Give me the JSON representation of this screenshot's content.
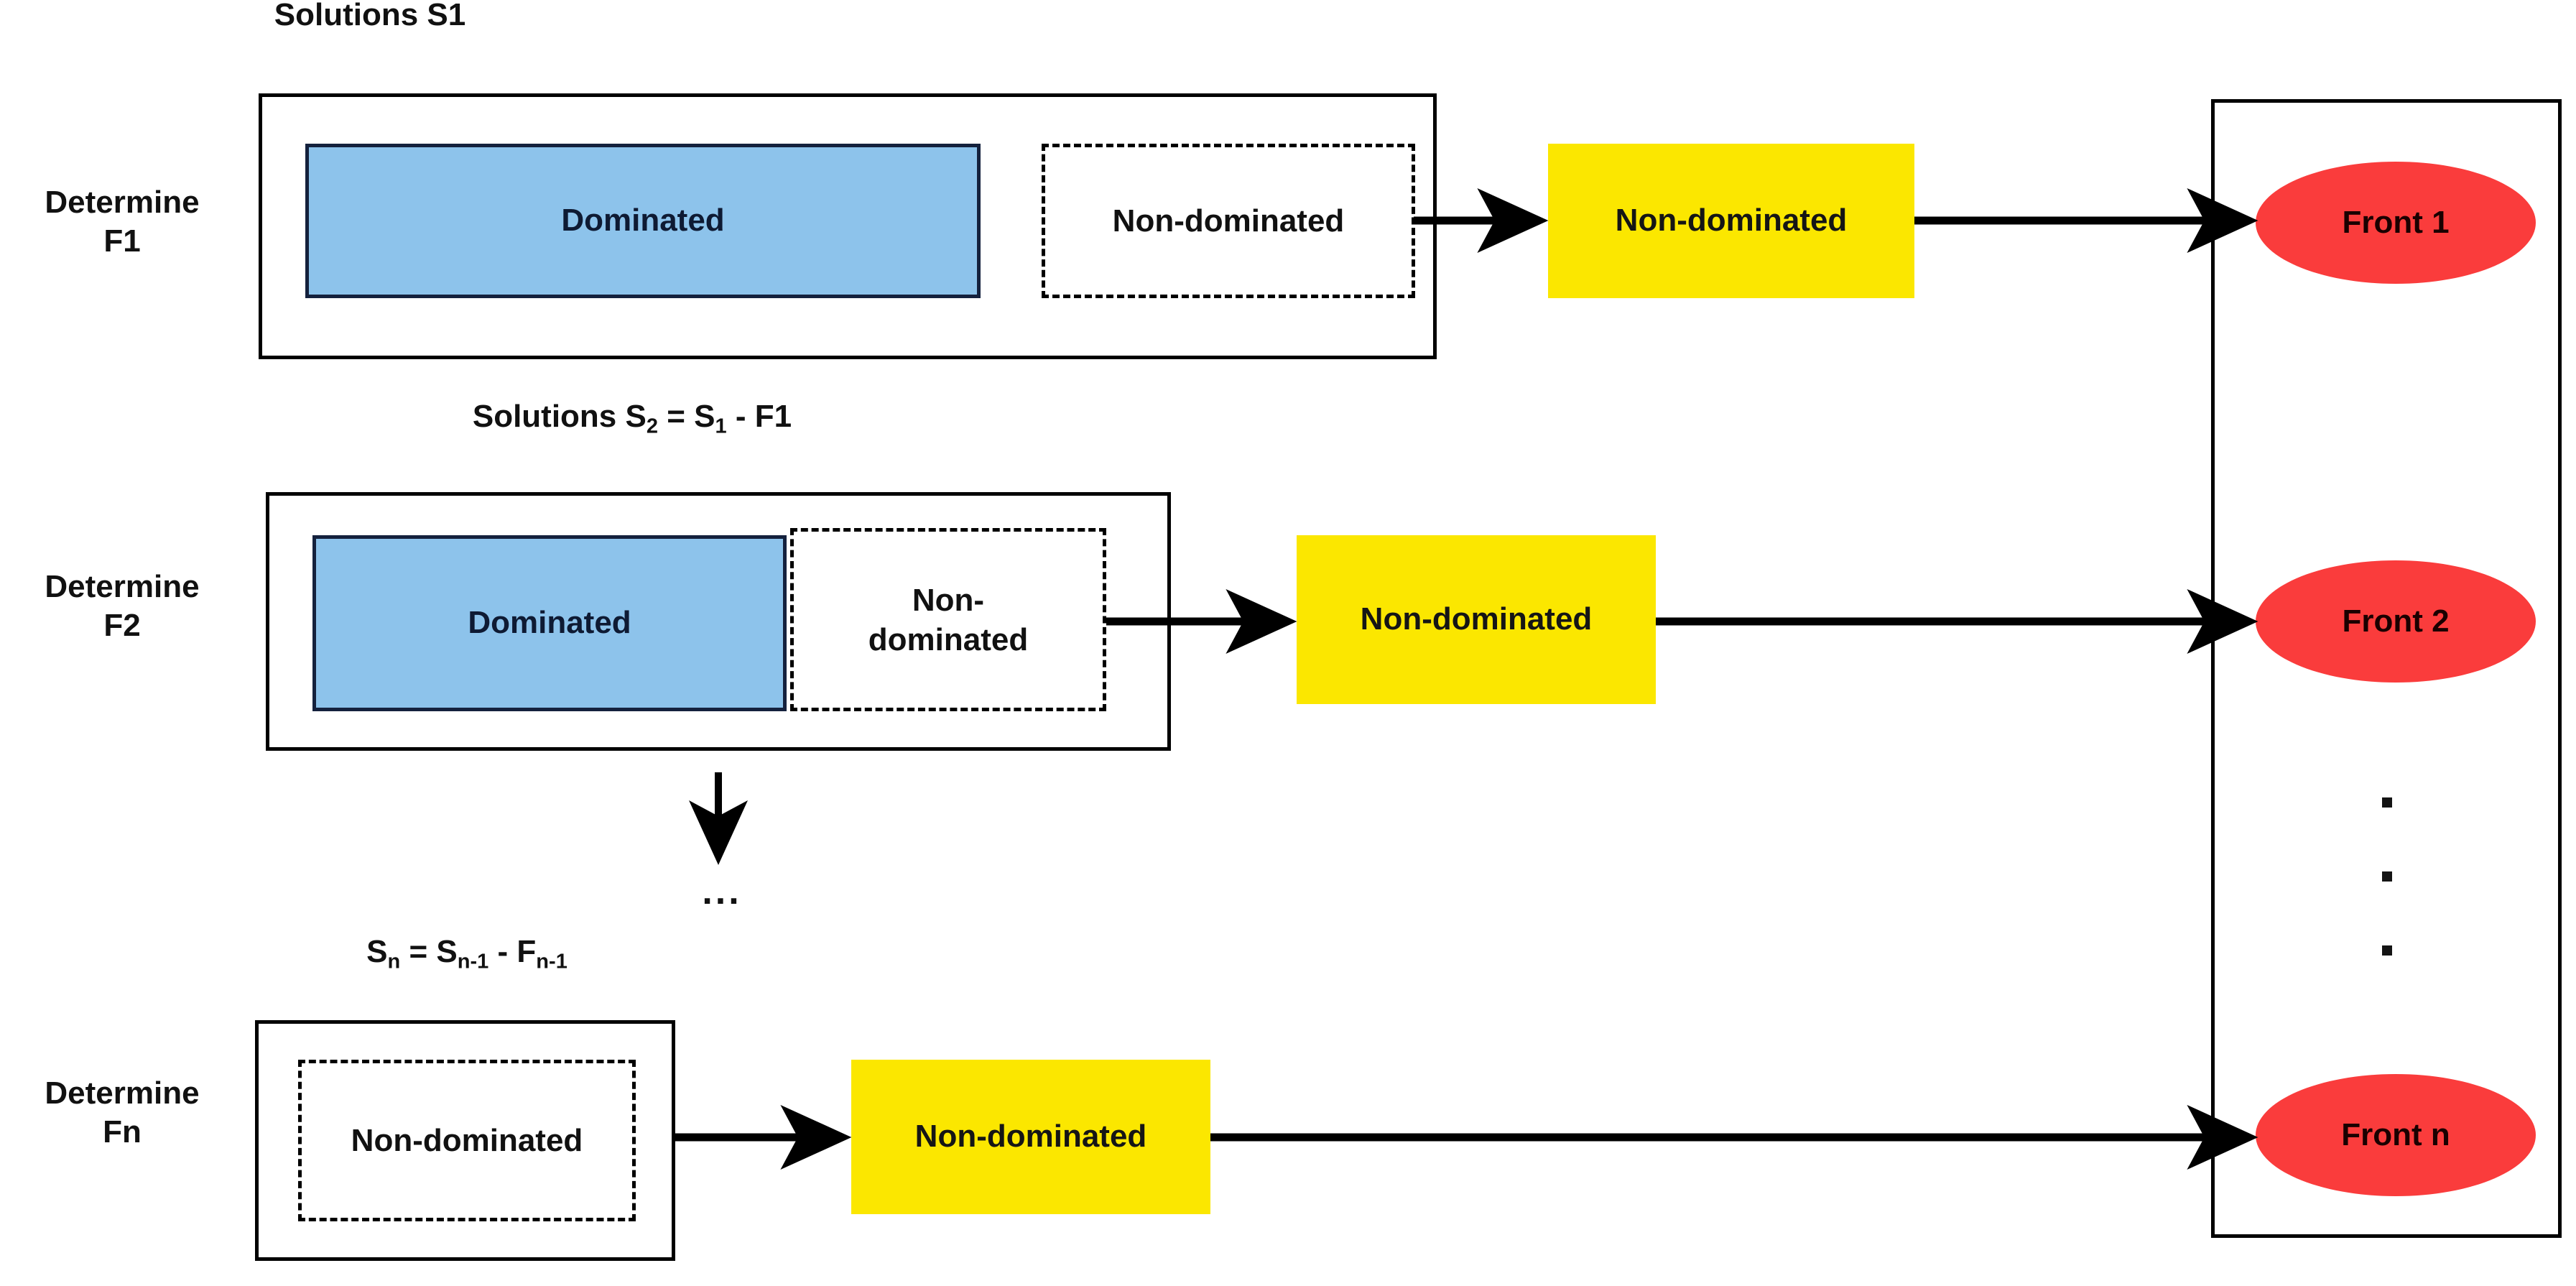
{
  "diagram": {
    "title": "Non-dominated sorting front determination",
    "colors": {
      "dominated_fill": "#8DC3EB",
      "dominated_border": "#14213D",
      "nondominated_fill": "#FBE700",
      "front_fill": "#FA3C3C",
      "line": "#000000",
      "background": "#FFFFFF"
    },
    "rows": [
      {
        "id": "row-1",
        "stage_label": "Determine\nF1",
        "set_title": "Solutions S1",
        "set_title_parts": {
          "prefix": "Solutions S1"
        },
        "dominated_label": "Dominated",
        "nondominated_inner_label": "Non-dominated",
        "nondominated_output_label": "Non-dominated",
        "front_label": "Front 1",
        "has_dominated": true
      },
      {
        "id": "row-2",
        "stage_label": "Determine\nF2",
        "set_title": "Solutions S2 = S1 - F1",
        "set_title_parts": {
          "word": "Solutions ",
          "s_main": "S",
          "s_main_sub": "2",
          "eq": " = ",
          "s_prev": "S",
          "s_prev_sub": "1",
          "minus": " - F1"
        },
        "dominated_label": "Dominated",
        "nondominated_inner_label": "Non-\ndominated",
        "nondominated_output_label": "Non-dominated",
        "front_label": "Front 2",
        "has_dominated": true
      },
      {
        "id": "row-3",
        "stage_label": "Determine\nFn",
        "set_title": "Sn = Sn-1 - Fn-1",
        "set_title_parts": {
          "s_main": "S",
          "s_main_sub": "n",
          "eq": " = ",
          "s_prev": "S",
          "s_prev_sub": "n-1",
          "minus": " - ",
          "f_prev": "F",
          "f_prev_sub": "n-1"
        },
        "dominated_label": "",
        "nondominated_inner_label": "Non-dominated",
        "nondominated_output_label": "Non-dominated",
        "front_label": "Front n",
        "has_dominated": false
      }
    ],
    "continuation": {
      "horizontal_ellipsis": "...",
      "vertical_ellipsis_dots": 3
    }
  }
}
